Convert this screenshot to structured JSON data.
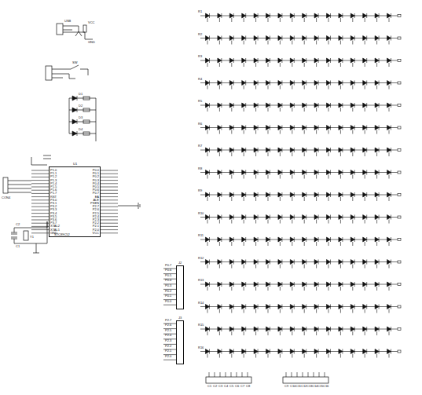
{
  "diagram": {
    "nodes": [
      {
        "text": [
          "U1",
          "STC89C52"
        ]
      },
      {
        "text": [
          "J2"
        ]
      },
      {
        "text": [
          "J3"
        ]
      }
    ],
    "labels": [
      "P1.0",
      "P1.1",
      "P1.2",
      "P1.3",
      "P1.4",
      "P1.5",
      "P1.6",
      "P1.7",
      "RST",
      "P3.0",
      "P3.1",
      "P3.2",
      "P3.3",
      "P3.4",
      "P3.5",
      "P3.6",
      "P3.7",
      "XTAL2",
      "XTAL1",
      "GND",
      "P0.0",
      "P0.1",
      "P0.2",
      "P0.3",
      "P0.4",
      "P0.5",
      "P0.6",
      "P0.7",
      "EA",
      "ALE",
      "PSEN",
      "P2.7",
      "P2.6",
      "P2.5",
      "P2.4",
      "P2.3",
      "P2.2",
      "P2.1",
      "P2.0",
      "VCC",
      "P0.7",
      "P0.6",
      "P0.5",
      "P0.4",
      "P0.3",
      "P0.2",
      "P0.1",
      "P0.0",
      "P2.7",
      "P2.6",
      "P2.5",
      "P2.4",
      "P2.3",
      "P2.2",
      "P2.1",
      "P2.0",
      "R1",
      "R2",
      "R3",
      "R4",
      "R5",
      "R6",
      "R7",
      "R8",
      "R9",
      "R10",
      "R11",
      "R12",
      "R13",
      "R14",
      "R15",
      "R16",
      "C1",
      "C2",
      "C3",
      "C4",
      "C5",
      "C6",
      "C7",
      "C8",
      "C9",
      "C10",
      "C11",
      "C12",
      "C13",
      "C14",
      "C15",
      "C16",
      "USB",
      "VCC",
      "GND",
      "SW",
      "D1",
      "D2",
      "D3",
      "D4",
      "Y1",
      "C1",
      "C2",
      "CON4"
    ]
  }
}
